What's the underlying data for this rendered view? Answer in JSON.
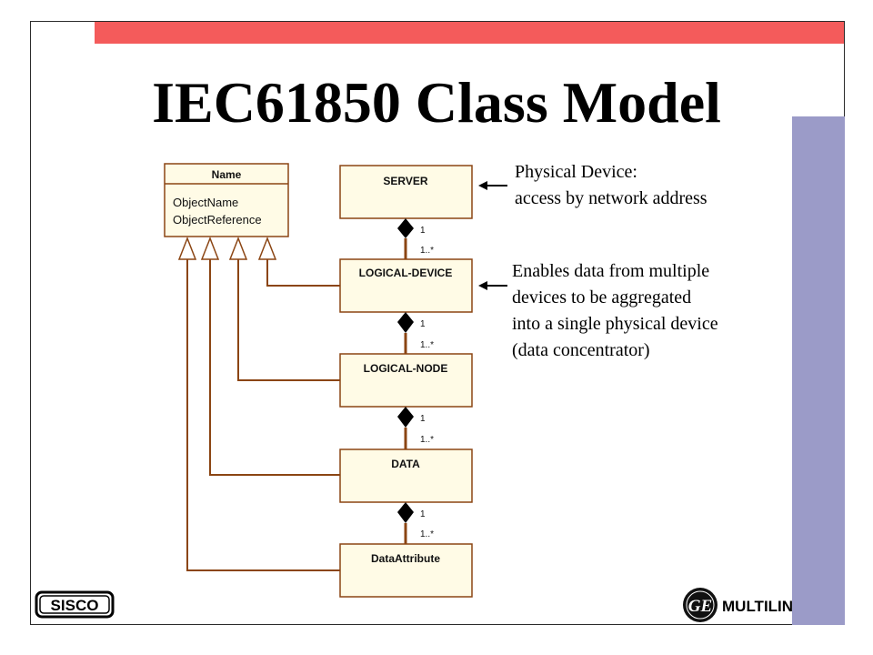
{
  "title": "IEC61850 Class Model",
  "colors": {
    "accent_red": "#f45b5b",
    "side_purple": "#9b9bc8",
    "box_border": "#8b4513",
    "box_fill": "#fffbe6"
  },
  "name_class": {
    "title": "Name",
    "attributes": [
      "ObjectName",
      "ObjectReference"
    ]
  },
  "classes": [
    {
      "id": "server",
      "label": "SERVER"
    },
    {
      "id": "logical_device",
      "label": "LOGICAL-DEVICE"
    },
    {
      "id": "logical_node",
      "label": "LOGICAL-NODE"
    },
    {
      "id": "data",
      "label": "DATA"
    },
    {
      "id": "data_attribute",
      "label": "DataAttribute"
    }
  ],
  "compositions": [
    {
      "parent": "SERVER",
      "child": "LOGICAL-DEVICE",
      "parent_mult": "1",
      "child_mult": "1..*"
    },
    {
      "parent": "LOGICAL-DEVICE",
      "child": "LOGICAL-NODE",
      "parent_mult": "1",
      "child_mult": "1..*"
    },
    {
      "parent": "LOGICAL-NODE",
      "child": "DATA",
      "parent_mult": "1",
      "child_mult": "1..*"
    },
    {
      "parent": "DATA",
      "child": "DataAttribute",
      "parent_mult": "1",
      "child_mult": "1..*"
    }
  ],
  "generalizations": [
    "LOGICAL-DEVICE",
    "LOGICAL-NODE",
    "DATA",
    "DataAttribute"
  ],
  "notes": [
    {
      "target": "SERVER",
      "lines": [
        "Physical Device:",
        "access by network address"
      ]
    },
    {
      "target": "LOGICAL-DEVICE",
      "lines": [
        "Enables data from multiple",
        "devices to be aggregated",
        "into a single physical device",
        "(data concentrator)"
      ]
    }
  ],
  "logos": {
    "left": "SISCO",
    "right_mark": "GE",
    "right": "MULTILIN"
  }
}
